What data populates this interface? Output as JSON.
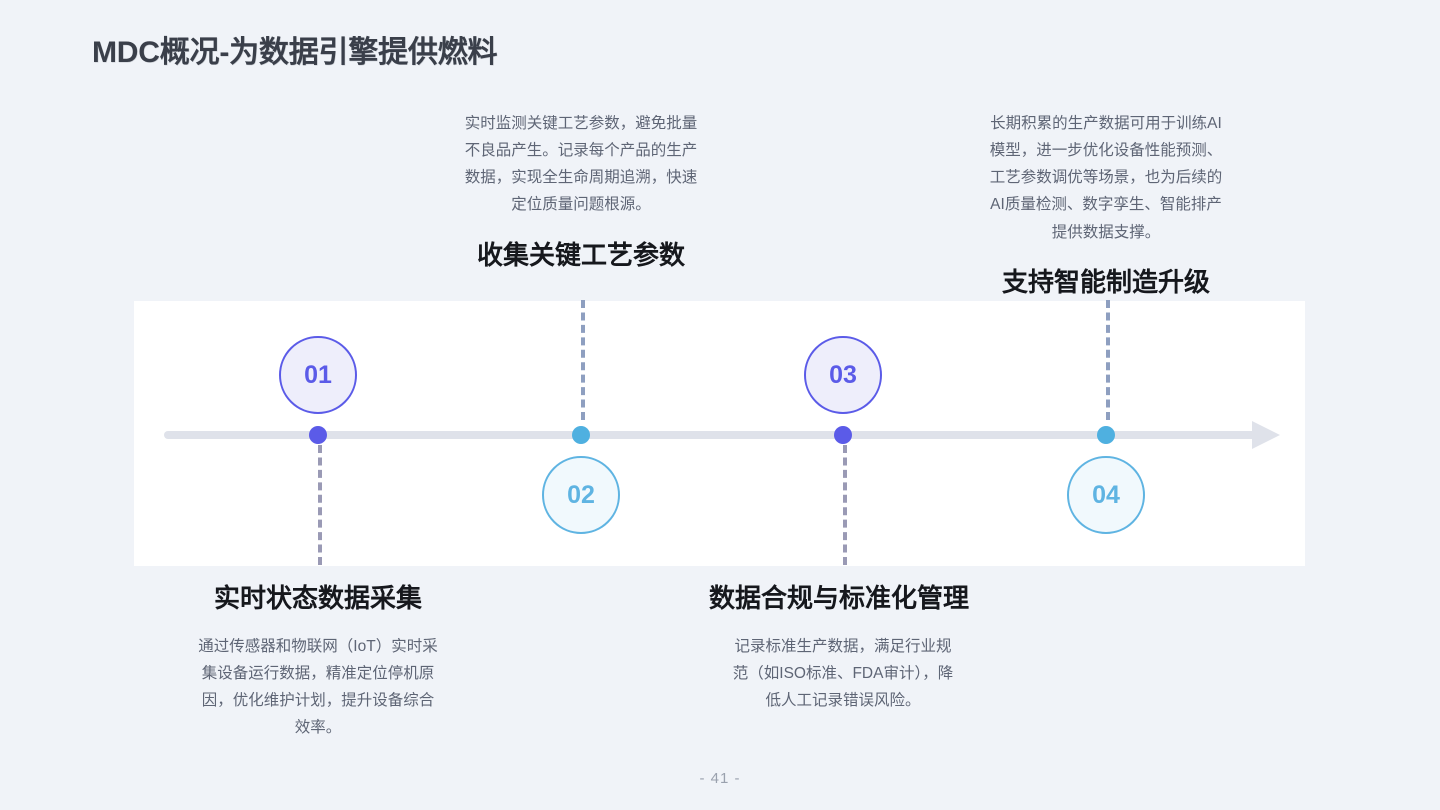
{
  "slide": {
    "title": "MDC概况-为数据引擎提供燃料",
    "page_number": "- 41 -",
    "background_color": "#f0f3f8",
    "card_color": "#ffffff",
    "axis_color": "#dfe2ea",
    "accent_purple": "#5b5be8",
    "accent_blue": "#4fb0e0"
  },
  "timeline": {
    "steps": [
      {
        "number": "01",
        "title": "实时状态数据采集",
        "body": "通过传感器和物联网（IoT）实时采集设备运行数据，精准定位停机原因，优化维护计划，提升设备综合效率。",
        "position": "below",
        "color": "#5b5be8"
      },
      {
        "number": "02",
        "title": "收集关键工艺参数",
        "body": "实时监测关键工艺参数，避免批量不良品产生。记录每个产品的生产数据，实现全生命周期追溯，快速定位质量问题根源。",
        "position": "above",
        "color": "#4fb0e0"
      },
      {
        "number": "03",
        "title": "数据合规与标准化管理",
        "body": "记录标准生产数据，满足行业规范（如ISO标准、FDA审计），降低人工记录错误风险。",
        "position": "below",
        "color": "#5b5be8"
      },
      {
        "number": "04",
        "title": "支持智能制造升级",
        "body": "长期积累的生产数据可用于训练AI模型，进一步优化设备性能预测、工艺参数调优等场景，也为后续的AI质量检测、数字孪生、智能排产提供数据支撑。",
        "position": "above",
        "color": "#4fb0e0"
      }
    ]
  }
}
